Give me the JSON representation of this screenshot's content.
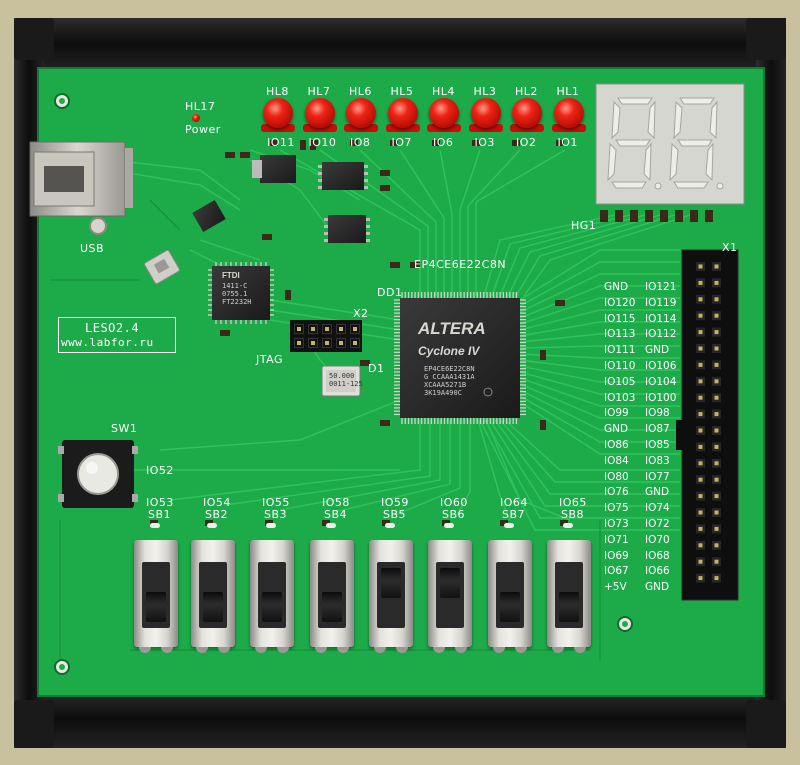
{
  "board": {
    "name": "LESO2.4",
    "url": "www.labfor.ru",
    "colors": {
      "pcb": "#1dab4a",
      "pcb_dark": "#168a3b",
      "silk": "#ffffff",
      "case": "#151515",
      "background": "#c9c19e",
      "led": "#e01b12",
      "segment_display": "#d6d6d0"
    }
  },
  "power": {
    "led_ref": "HL17",
    "label": "Power"
  },
  "usb": {
    "label": "USB"
  },
  "leds": [
    {
      "ref": "HL8",
      "io": "IO11"
    },
    {
      "ref": "HL7",
      "io": "IO10"
    },
    {
      "ref": "HL6",
      "io": "IO8"
    },
    {
      "ref": "HL5",
      "io": "IO7"
    },
    {
      "ref": "HL4",
      "io": "IO6"
    },
    {
      "ref": "HL3",
      "io": "IO3"
    },
    {
      "ref": "HL2",
      "io": "IO2"
    },
    {
      "ref": "HL1",
      "io": "IO1"
    }
  ],
  "display": {
    "ref": "HG1"
  },
  "fpga": {
    "ref": "DD1",
    "part_label": "EP4CE6E22C8N",
    "brand": "ALTERA",
    "family": "Cyclone IV",
    "markings": [
      "EP4CE6E22C8N",
      "G CCAAA1431A",
      "XCAAA5271B",
      "3K19A490C"
    ]
  },
  "ftdi": {
    "brand": "FTDI",
    "markings": [
      "1411-C",
      "0755.1",
      "FT2232H"
    ]
  },
  "jtag": {
    "label": "JTAG",
    "connector_ref": "X2"
  },
  "oscillator": {
    "ref": "D1",
    "markings": [
      "50.000",
      "0011-125"
    ]
  },
  "button": {
    "ref": "SW1",
    "io": "IO52"
  },
  "switches": [
    {
      "ref": "SB1",
      "io": "IO53"
    },
    {
      "ref": "SB2",
      "io": "IO54"
    },
    {
      "ref": "SB3",
      "io": "IO55"
    },
    {
      "ref": "SB4",
      "io": "IO58"
    },
    {
      "ref": "SB5",
      "io": "IO59"
    },
    {
      "ref": "SB6",
      "io": "IO60"
    },
    {
      "ref": "SB7",
      "io": "IO64"
    },
    {
      "ref": "SB8",
      "io": "IO65"
    }
  ],
  "header": {
    "ref": "X1",
    "pins": [
      [
        "GND",
        "IO121"
      ],
      [
        "IO120",
        "IO119"
      ],
      [
        "IO115",
        "IO114"
      ],
      [
        "IO113",
        "IO112"
      ],
      [
        "IO111",
        "GND"
      ],
      [
        "IO110",
        "IO106"
      ],
      [
        "IO105",
        "IO104"
      ],
      [
        "IO103",
        "IO100"
      ],
      [
        "IO99",
        "IO98"
      ],
      [
        "GND",
        "IO87"
      ],
      [
        "IO86",
        "IO85"
      ],
      [
        "IO84",
        "IO83"
      ],
      [
        "IO80",
        "IO77"
      ],
      [
        "IO76",
        "GND"
      ],
      [
        "IO75",
        "IO74"
      ],
      [
        "IO73",
        "IO72"
      ],
      [
        "IO71",
        "IO70"
      ],
      [
        "IO69",
        "IO68"
      ],
      [
        "IO67",
        "IO66"
      ],
      [
        "+5V",
        "GND"
      ]
    ]
  }
}
